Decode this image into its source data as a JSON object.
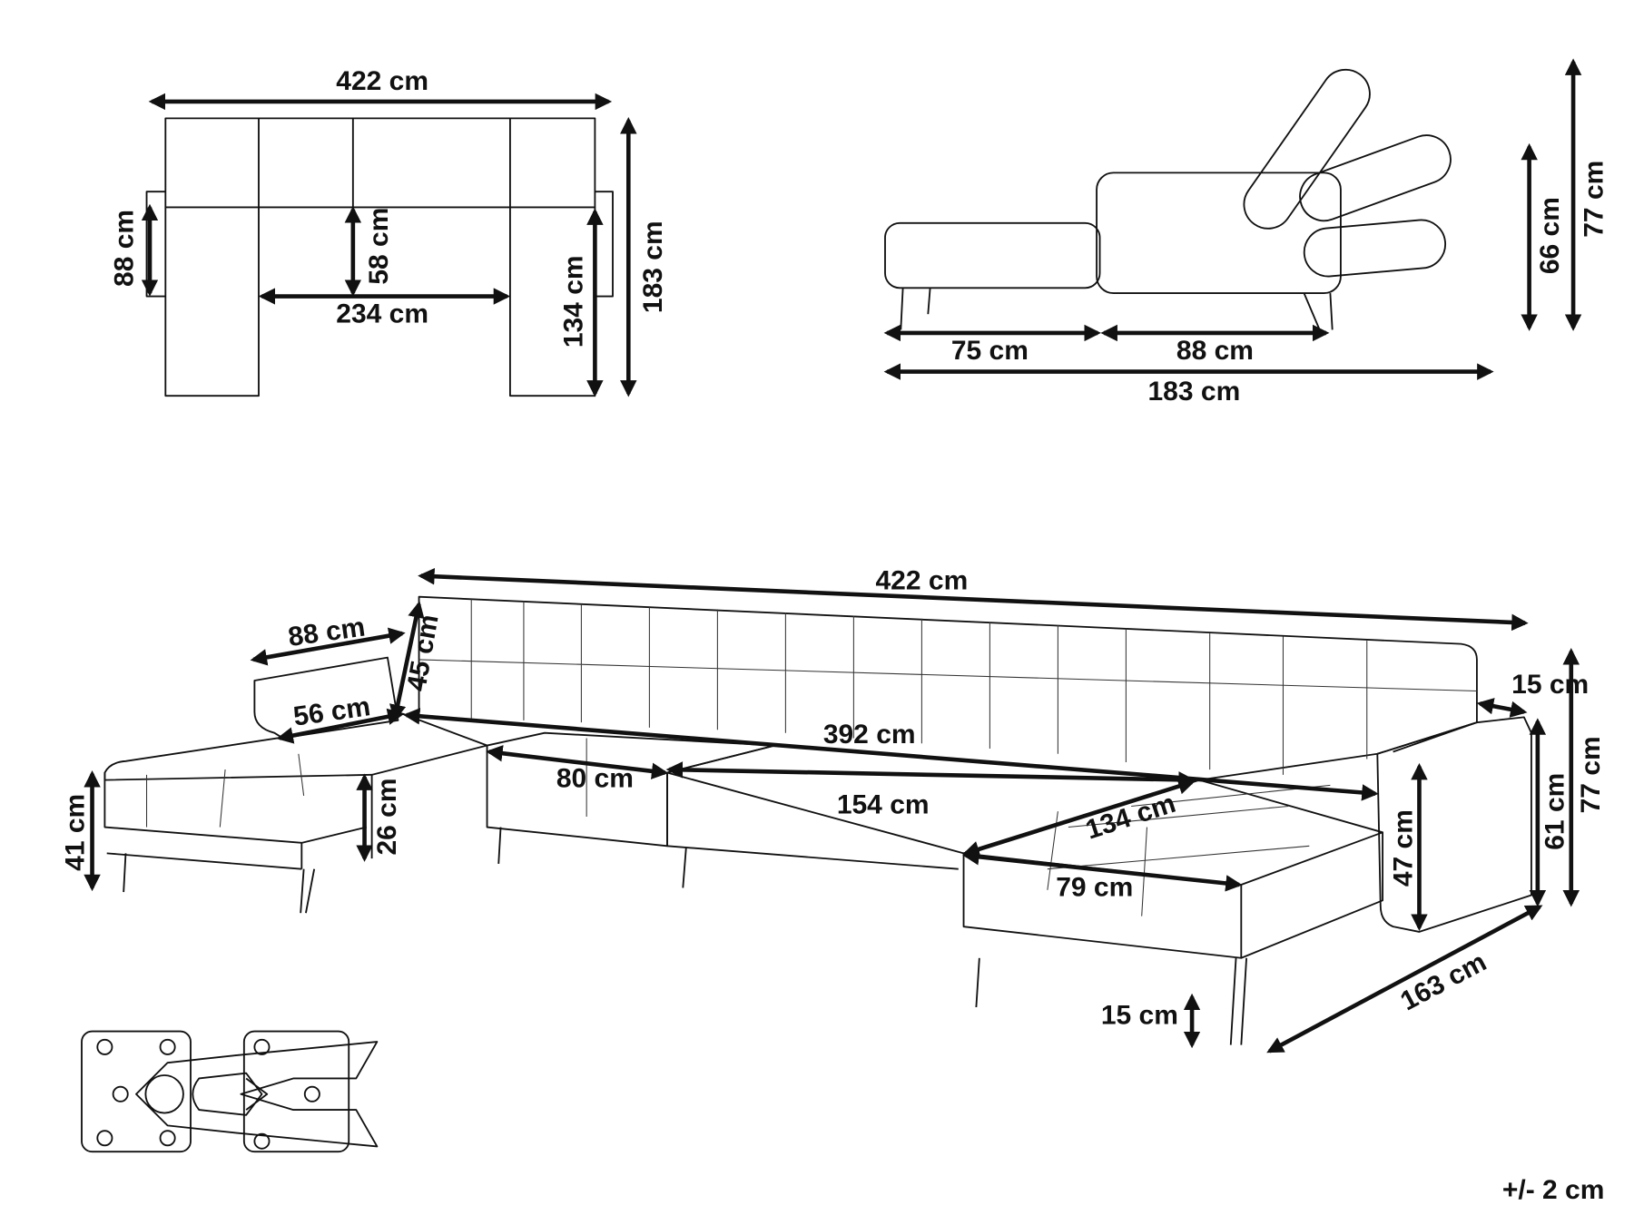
{
  "plan_view": {
    "width": "422 cm",
    "arm_depth": "88 cm",
    "seat_depth": "58 cm",
    "inner_width": "234 cm",
    "chaise_length": "134 cm",
    "total_depth": "183 cm"
  },
  "side_view": {
    "chaise_part": "75 cm",
    "seat_part": "88 cm",
    "total_length": "183 cm",
    "seat_height": "66 cm",
    "back_height": "77 cm"
  },
  "perspective_view": {
    "width": "422 cm",
    "arm_length": "88 cm",
    "back_height_cushion": "45 cm",
    "seat_depth": "56 cm",
    "seat_width": "392 cm",
    "armrest_width": "15 cm",
    "module_width": "80 cm",
    "middle_width": "154 cm",
    "chaise_length": "134 cm",
    "chaise_width": "79 cm",
    "seat_height": "41 cm",
    "cushion_height": "26 cm",
    "arm_inner_height": "47 cm",
    "arm_height": "61 cm",
    "total_height": "77 cm",
    "total_depth": "163 cm",
    "leg_height": "15 cm"
  },
  "tolerance": "+/- 2 cm",
  "colors": {
    "line": "#111111",
    "background": "#ffffff"
  }
}
